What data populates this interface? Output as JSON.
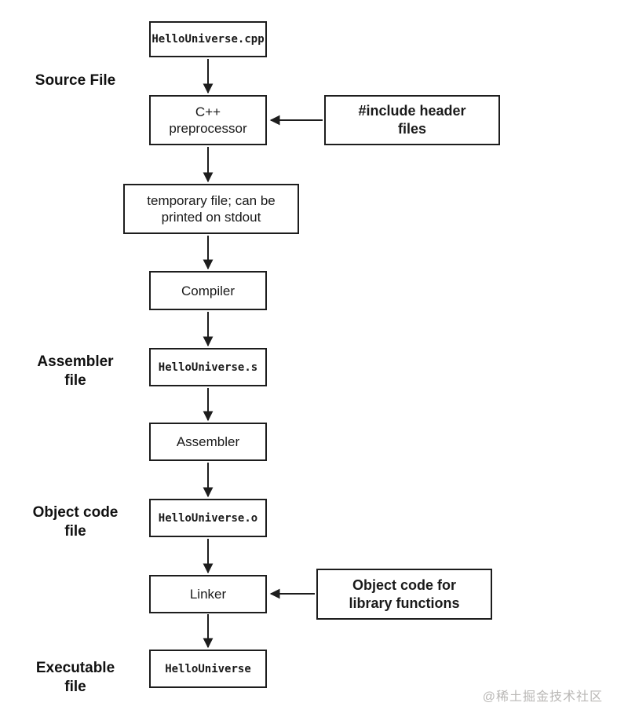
{
  "diagram": {
    "title_hint": "C++ compilation pipeline flowchart",
    "nodes": {
      "source": "HelloUniverse.cpp",
      "preprocessor": "C++\npreprocessor",
      "temp_file": "temporary file; can be\nprinted on stdout",
      "compiler": "Compiler",
      "assembly": "HelloUniverse.s",
      "assembler": "Assembler",
      "object": "HelloUniverse.o",
      "linker": "Linker",
      "executable": "HelloUniverse"
    },
    "side_notes": {
      "include_headers": "#include header\nfiles",
      "object_code_lib": "Object code for\nlibrary functions"
    },
    "stage_labels": {
      "source_file": "Source File",
      "assembler_file": "Assembler\nfile",
      "object_code_file": "Object code\nfile",
      "executable_file": "Executable\nfile"
    },
    "colors": {
      "box_border": "#1d1d1d",
      "text": "#1a1a1a",
      "background": "#ffffff",
      "watermark": "#b9b7b5"
    }
  },
  "watermark": "@稀土掘金技术社区"
}
